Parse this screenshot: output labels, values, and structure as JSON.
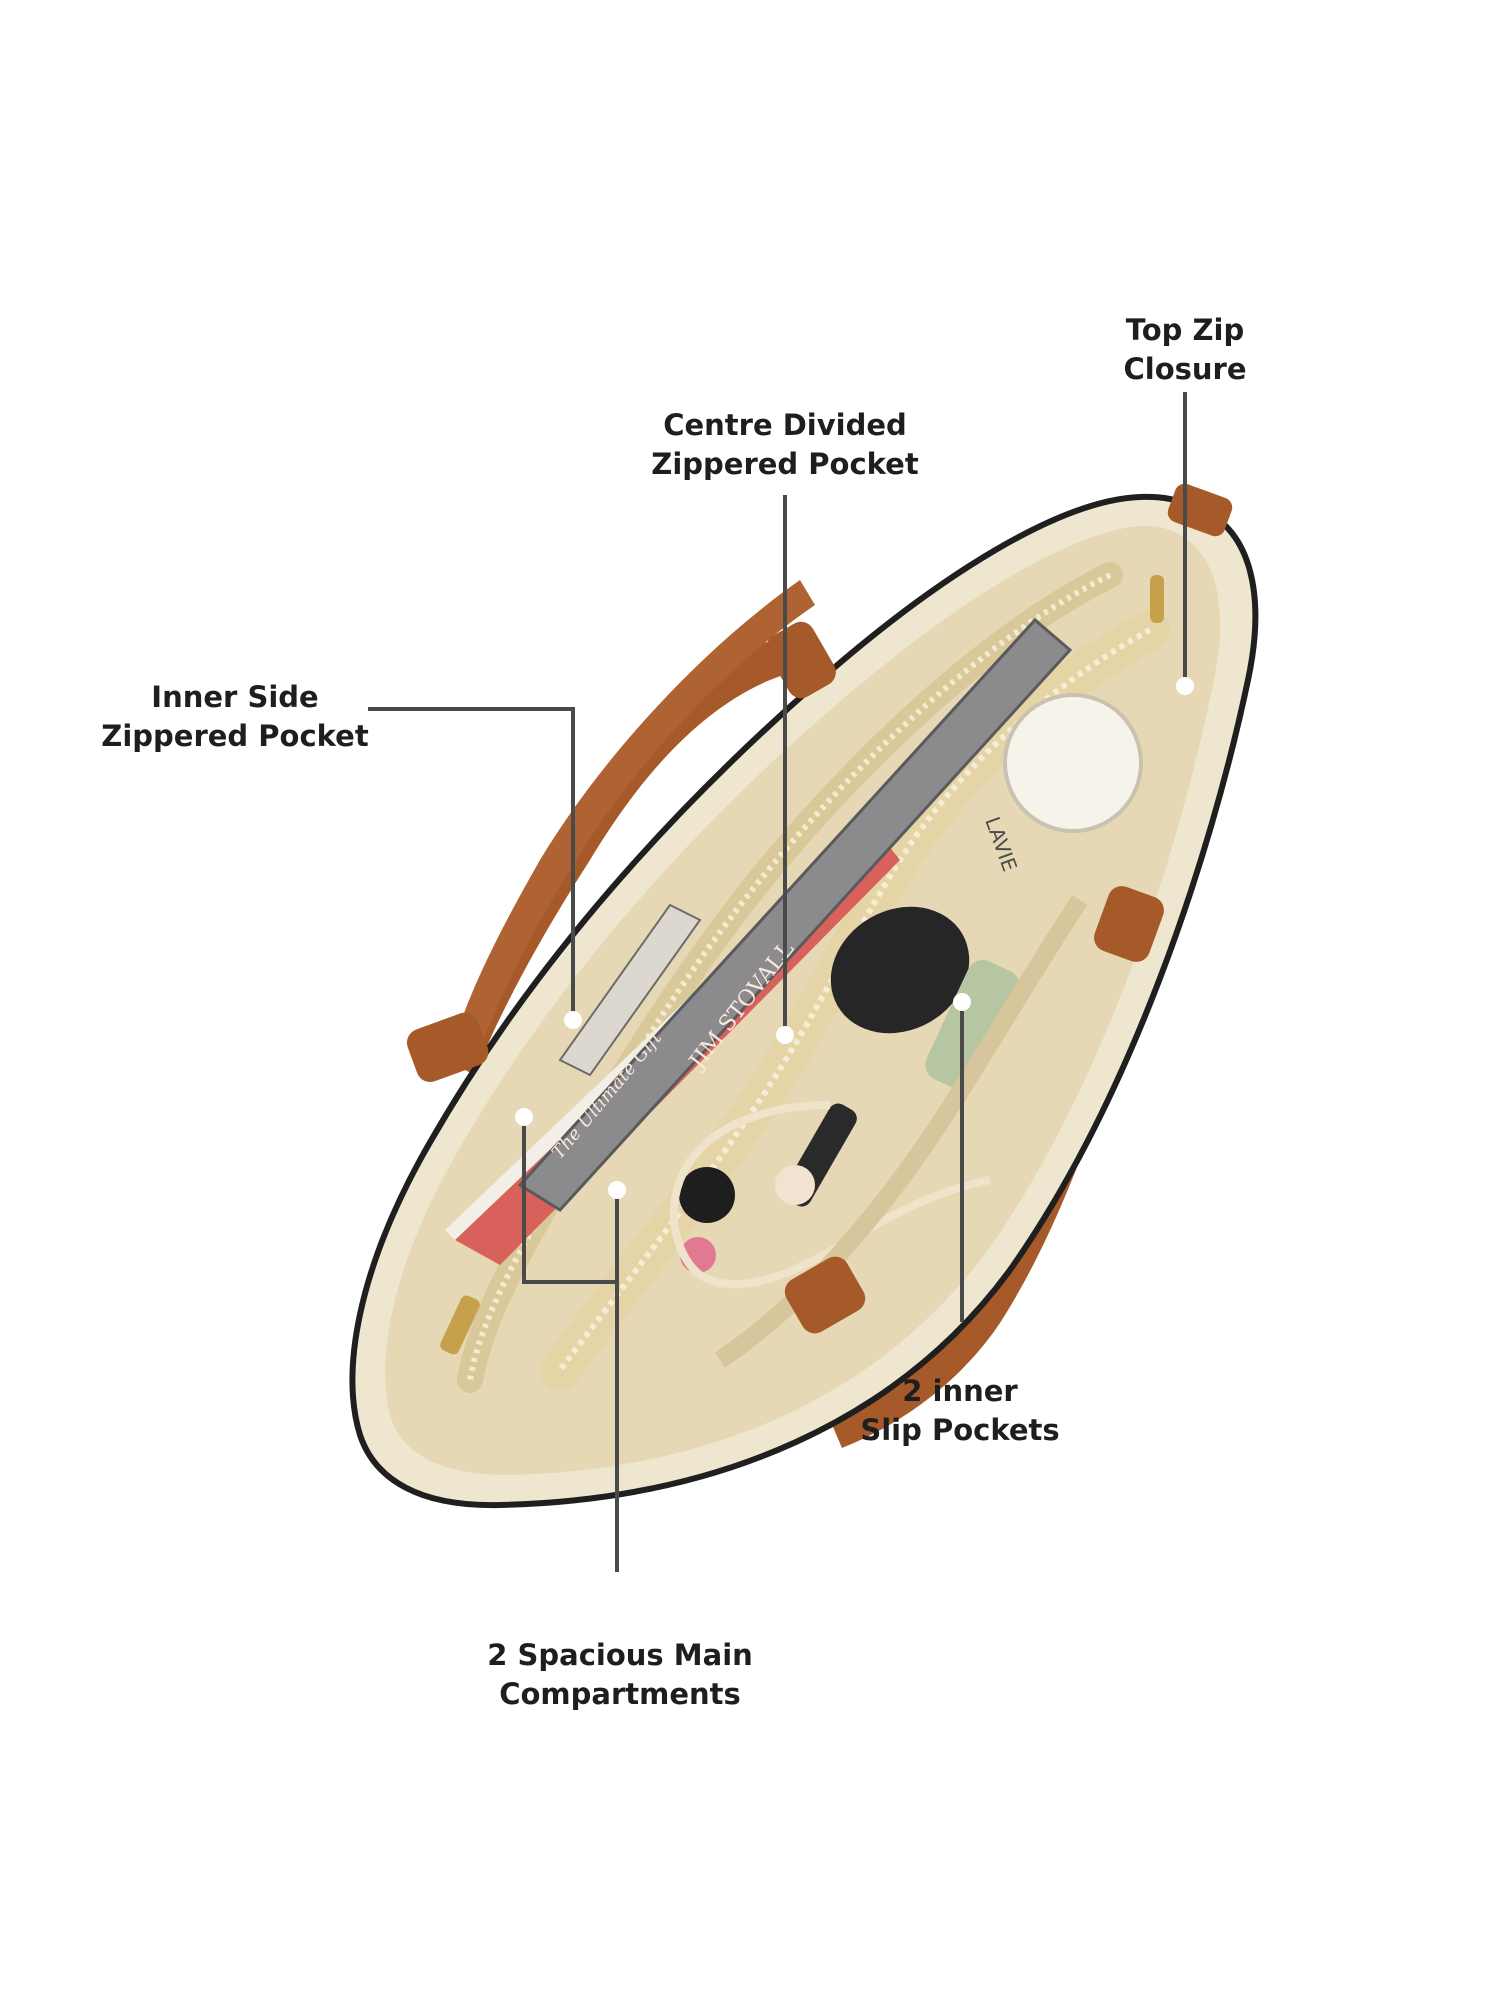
{
  "colors": {
    "background": "#ffffff",
    "callout_line": "#4a4a4a",
    "callout_dot": "#ffffff",
    "label_text": "#1e1e1e",
    "bag_lining": "#ece3cc",
    "bag_tan_leather": "#a65a2a",
    "bag_edge": "#1f1f1f",
    "zip_tape": "#e7d9b3",
    "book_cover": "#d8615c",
    "gold_hardware": "#c7a04c"
  },
  "image": {
    "subject": "handbag-interior-top-view",
    "printed_text": [
      "JIM STOVALL",
      "The Ultimate Gift",
      "LAVIE"
    ]
  },
  "callouts": [
    {
      "id": "top-zip-closure",
      "lines": [
        "Top Zip",
        "Closure"
      ]
    },
    {
      "id": "centre-divided-zippered-pocket",
      "lines": [
        "Centre Divided",
        "Zippered Pocket"
      ]
    },
    {
      "id": "inner-side-zippered-pocket",
      "lines": [
        "Inner Side",
        "Zippered Pocket"
      ]
    },
    {
      "id": "two-inner-slip-pockets",
      "lines": [
        "2 inner",
        "Slip Pockets"
      ]
    },
    {
      "id": "two-spacious-main-compartments",
      "lines": [
        "2 Spacious Main",
        "Compartments"
      ]
    }
  ]
}
